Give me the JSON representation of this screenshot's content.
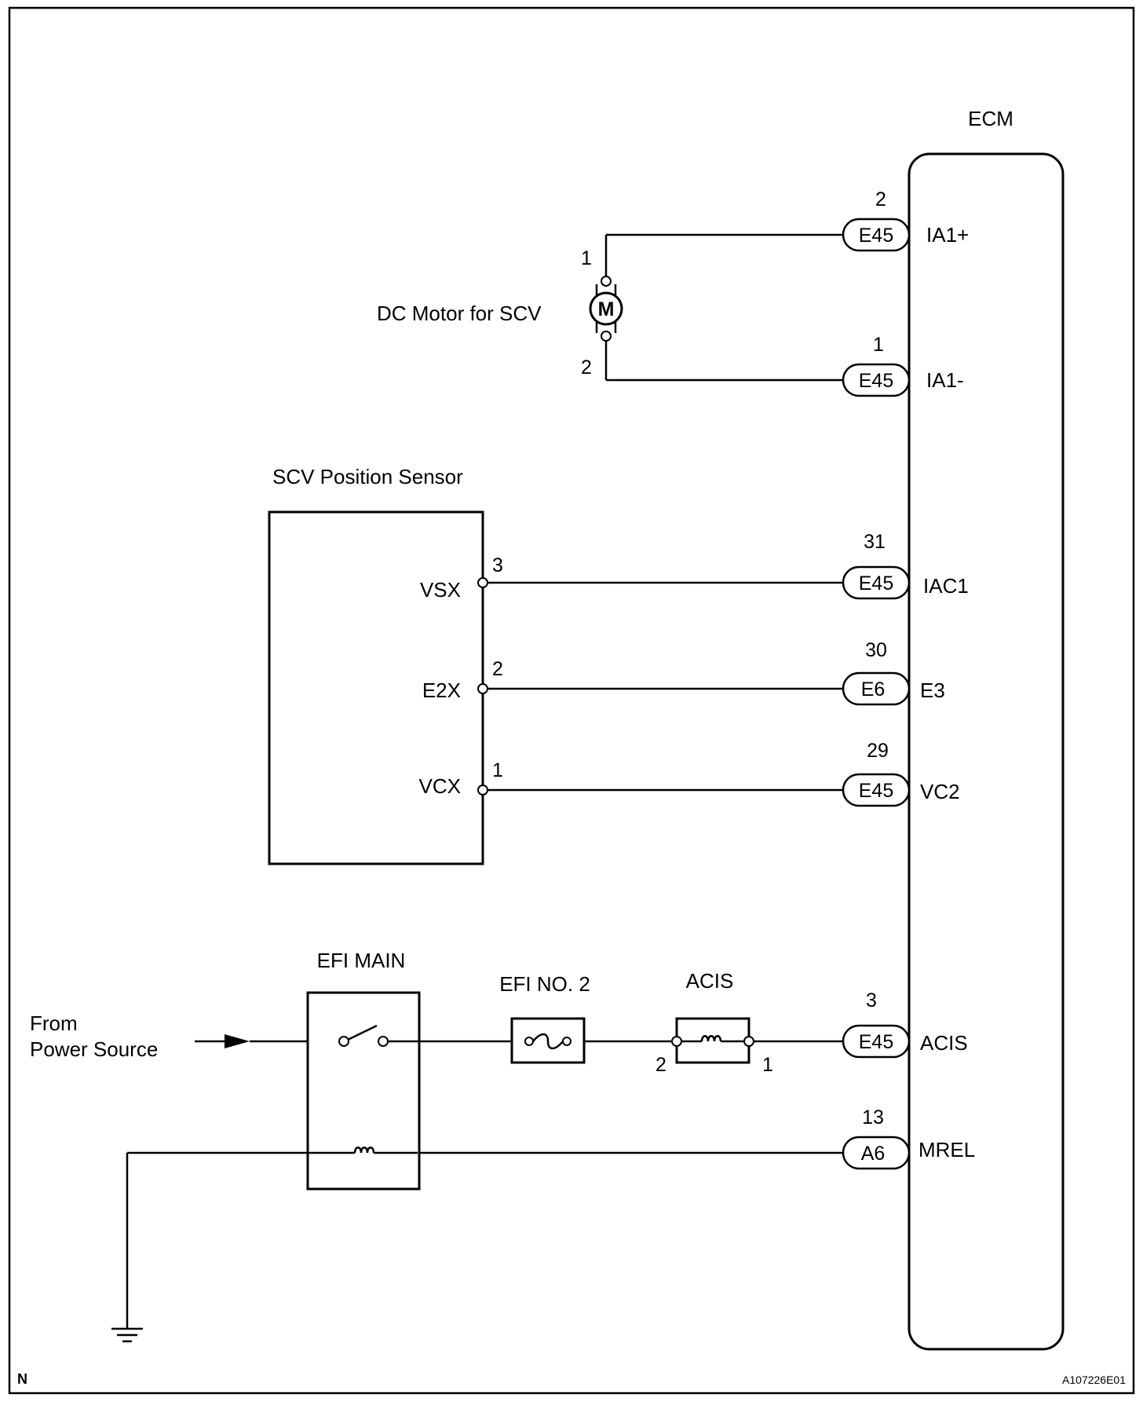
{
  "figure_code": "A107226E01",
  "corner_mark": "N",
  "ecm": {
    "title": "ECM",
    "terminals": [
      {
        "pin": "2",
        "connector": "E45",
        "name": "IA1+"
      },
      {
        "pin": "1",
        "connector": "E45",
        "name": "IA1-"
      },
      {
        "pin": "31",
        "connector": "E45",
        "name": "IAC1"
      },
      {
        "pin": "30",
        "connector": "E6",
        "name": "E3"
      },
      {
        "pin": "29",
        "connector": "E45",
        "name": "VC2"
      },
      {
        "pin": "3",
        "connector": "E45",
        "name": "ACIS"
      },
      {
        "pin": "13",
        "connector": "A6",
        "name": "MREL"
      }
    ]
  },
  "motor": {
    "label": "DC Motor for SCV",
    "symbol": "M",
    "pin_top": "1",
    "pin_bottom": "2"
  },
  "sensor": {
    "title": "SCV Position Sensor",
    "terminals": [
      {
        "name": "VSX",
        "pin": "3"
      },
      {
        "name": "E2X",
        "pin": "2"
      },
      {
        "name": "VCX",
        "pin": "1"
      }
    ]
  },
  "relay_efi_main": {
    "label": "EFI MAIN"
  },
  "fuse_efi_no2": {
    "label": "EFI NO. 2"
  },
  "relay_acis": {
    "label": "ACIS",
    "pin_left": "2",
    "pin_right": "1"
  },
  "power_source": {
    "line1": "From",
    "line2": "Power Source"
  }
}
